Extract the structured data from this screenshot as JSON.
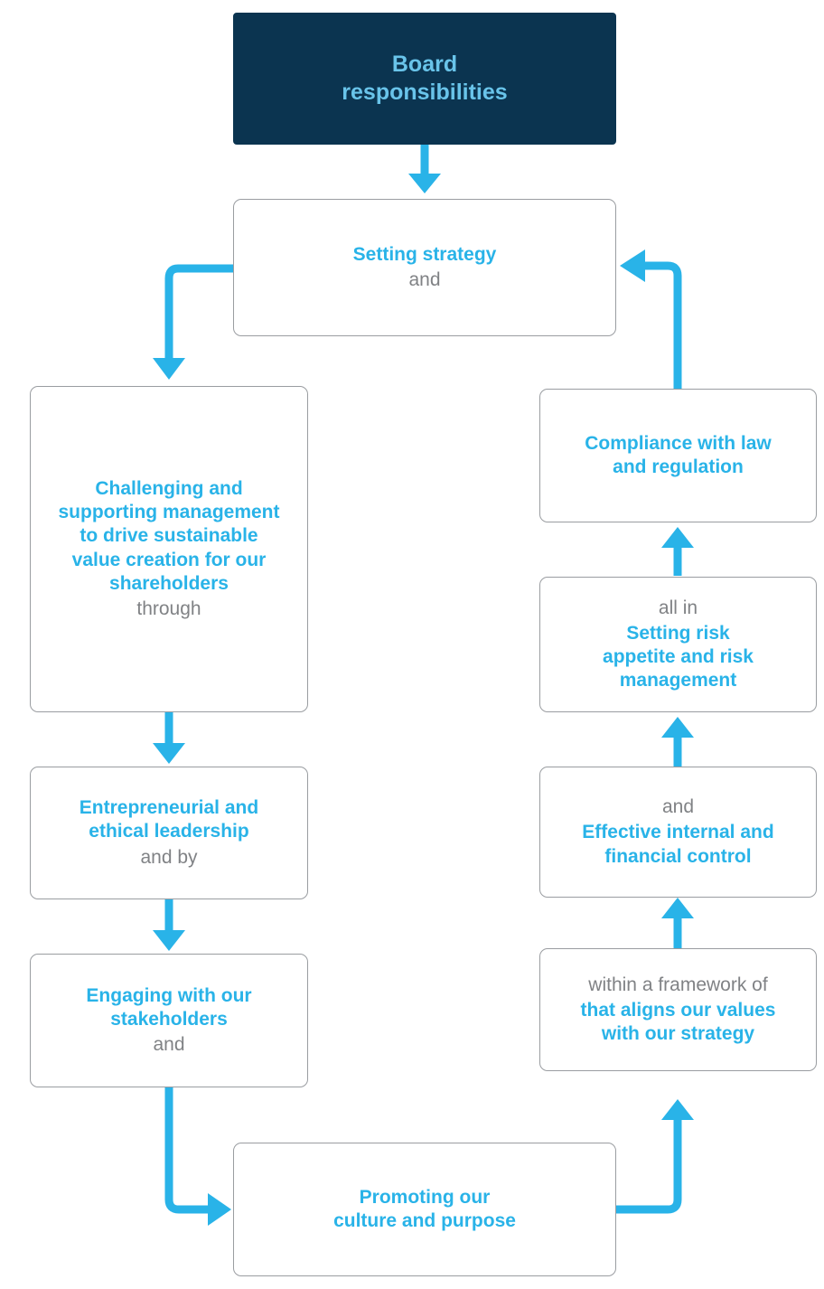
{
  "diagram": {
    "title": "Board responsibilities flow",
    "colors": {
      "header_bg": "#0b3450",
      "header_text": "#69c4ea",
      "accent_blue": "#29b3e8",
      "muted_gray": "#808285",
      "box_border": "#9a9da1",
      "box_bg": "#ffffff",
      "page_bg": "#ffffff"
    },
    "nodes": {
      "header": {
        "lines": [
          "Board",
          "responsibilities"
        ]
      },
      "setting_strategy": {
        "accent": [
          "Setting strategy"
        ],
        "muted_after": [
          "and"
        ]
      },
      "challenging": {
        "accent": [
          "Challenging and",
          "supporting management",
          "to drive sustainable",
          "value creation for our",
          "shareholders"
        ],
        "muted_after": [
          "through"
        ]
      },
      "entrepreneurial": {
        "accent": [
          "Entrepreneurial and",
          "ethical leadership"
        ],
        "muted_after": [
          "and by"
        ]
      },
      "engaging": {
        "accent": [
          "Engaging with our",
          "stakeholders"
        ],
        "muted_after": [
          "and"
        ]
      },
      "promoting": {
        "accent": [
          "Promoting our",
          "culture and purpose"
        ],
        "muted_after": []
      },
      "framework": {
        "muted_before": [
          "within a framework of"
        ],
        "accent": [
          "that aligns our values",
          "with our strategy"
        ]
      },
      "internal_control": {
        "muted_before": [
          "and"
        ],
        "accent": [
          "Effective internal and",
          "financial control"
        ]
      },
      "risk_appetite": {
        "muted_before": [
          "all in"
        ],
        "accent": [
          "Setting risk",
          "appetite and risk",
          "management"
        ]
      },
      "compliance": {
        "accent": [
          "Compliance with law",
          "and regulation"
        ],
        "muted_after": []
      }
    }
  }
}
